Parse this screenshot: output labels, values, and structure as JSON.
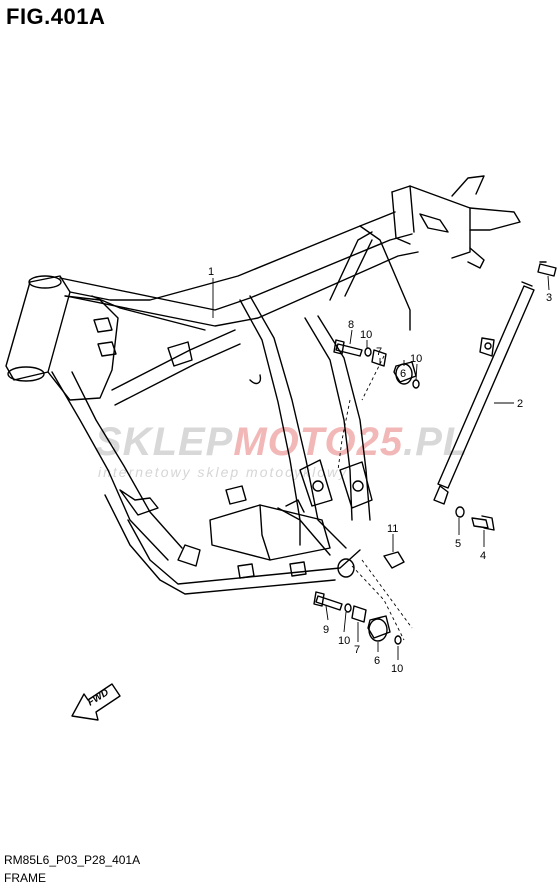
{
  "figure": {
    "title": "FIG.401A"
  },
  "footer": {
    "code": "RM85L6_P03_P28_401A",
    "name": "FRAME"
  },
  "watermark": {
    "part1": "SKLEP",
    "part2": "MOTO",
    "part3": "25",
    "part4": ".PL",
    "tagline": "internetowy sklep motocyklowy"
  },
  "fwd_label": "FWD",
  "callouts": {
    "c1": "1",
    "c2": "2",
    "c3": "3",
    "c4": "4",
    "c5": "5",
    "c6a": "6",
    "c6b": "6",
    "c7a": "7",
    "c7b": "7",
    "c8": "8",
    "c9": "9",
    "c10a": "10",
    "c10b": "10",
    "c10c": "10",
    "c10d": "10",
    "c11": "11"
  }
}
